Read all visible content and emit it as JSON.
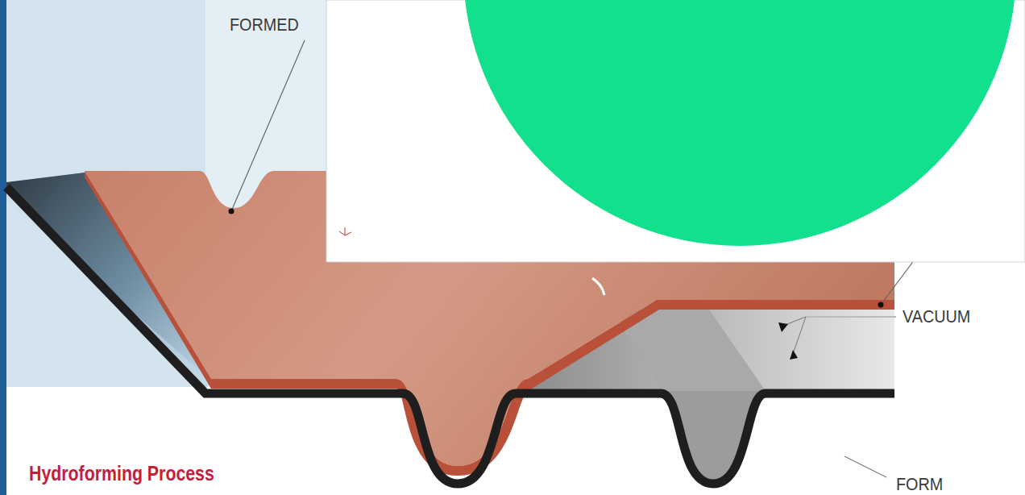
{
  "diagram": {
    "title": "Hydroforming Process",
    "labels": [
      "FORMED",
      "VACUUM",
      "FORM"
    ]
  }
}
